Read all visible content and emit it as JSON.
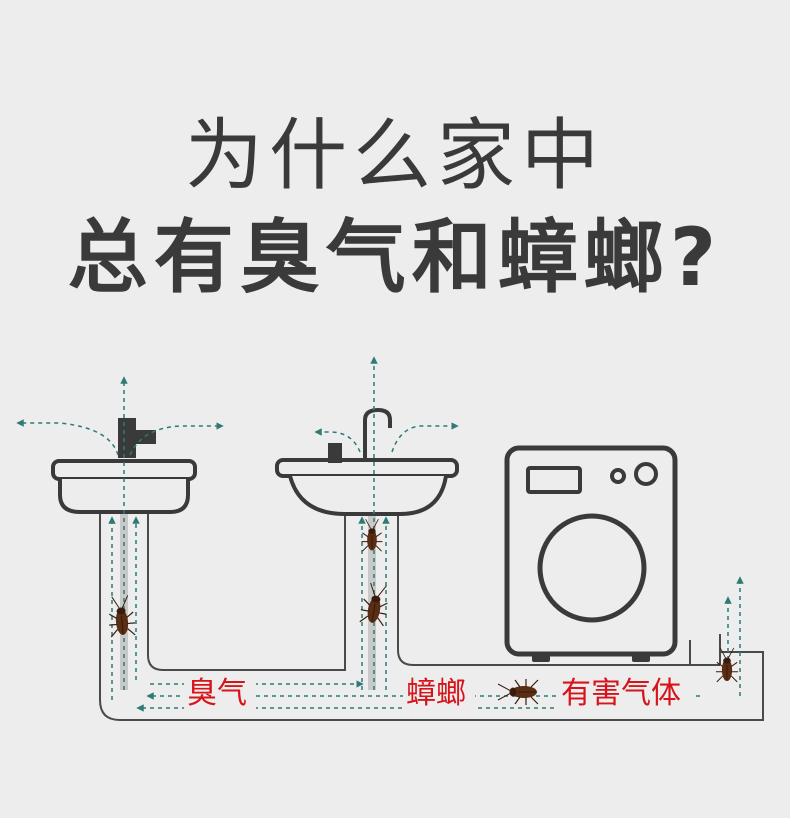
{
  "headline": {
    "line1": "为什么家中",
    "line2": "总有臭气和蟑螂?"
  },
  "labels": {
    "odor": "臭气",
    "cockroach": "蟑螂",
    "harmful_gas": "有害气体"
  },
  "colors": {
    "background": "#ededed",
    "pipe": "#4a4a4a",
    "flow_arrow": "#2e7a78",
    "label": "#d8141b",
    "heading": "#3a3a3a"
  },
  "icons": [
    "bathroom-sink-icon",
    "kitchen-sink-icon",
    "washing-machine-icon",
    "cockroach-icon",
    "flow-arrow-icon"
  ]
}
